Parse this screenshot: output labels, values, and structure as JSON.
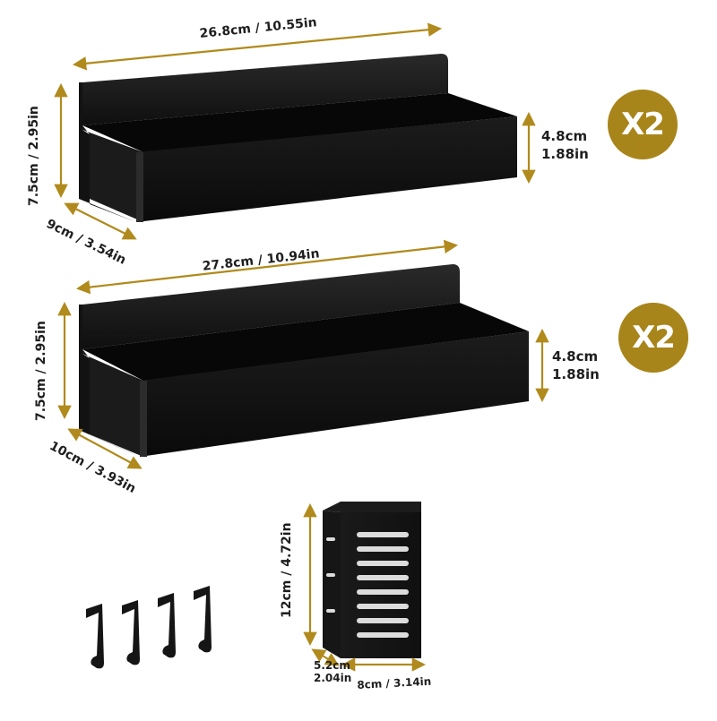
{
  "colors": {
    "dimension_line": "#b08a1c",
    "badge": "#a8851a",
    "product": "#141414",
    "text": "#1e1e1e"
  },
  "shelf_top": {
    "width": "26.8cm / 10.55in",
    "height": "7.5cm / 2.95in",
    "depth": "9cm / 3.54in",
    "front_height_cm": "4.8cm",
    "front_height_in": "1.88in",
    "quantity": "X2"
  },
  "shelf_bottom": {
    "width": "27.8cm / 10.94in",
    "height": "7.5cm / 2.95in",
    "depth": "10cm / 3.93in",
    "front_height_cm": "4.8cm",
    "front_height_in": "1.88in",
    "quantity": "X2"
  },
  "holder": {
    "height": "12cm / 4.72in",
    "width": "8cm / 3.14in",
    "depth_cm": "5.2cm",
    "depth_in": "2.04in"
  },
  "hooks": {
    "icon": "hook-icon",
    "count": 4
  }
}
